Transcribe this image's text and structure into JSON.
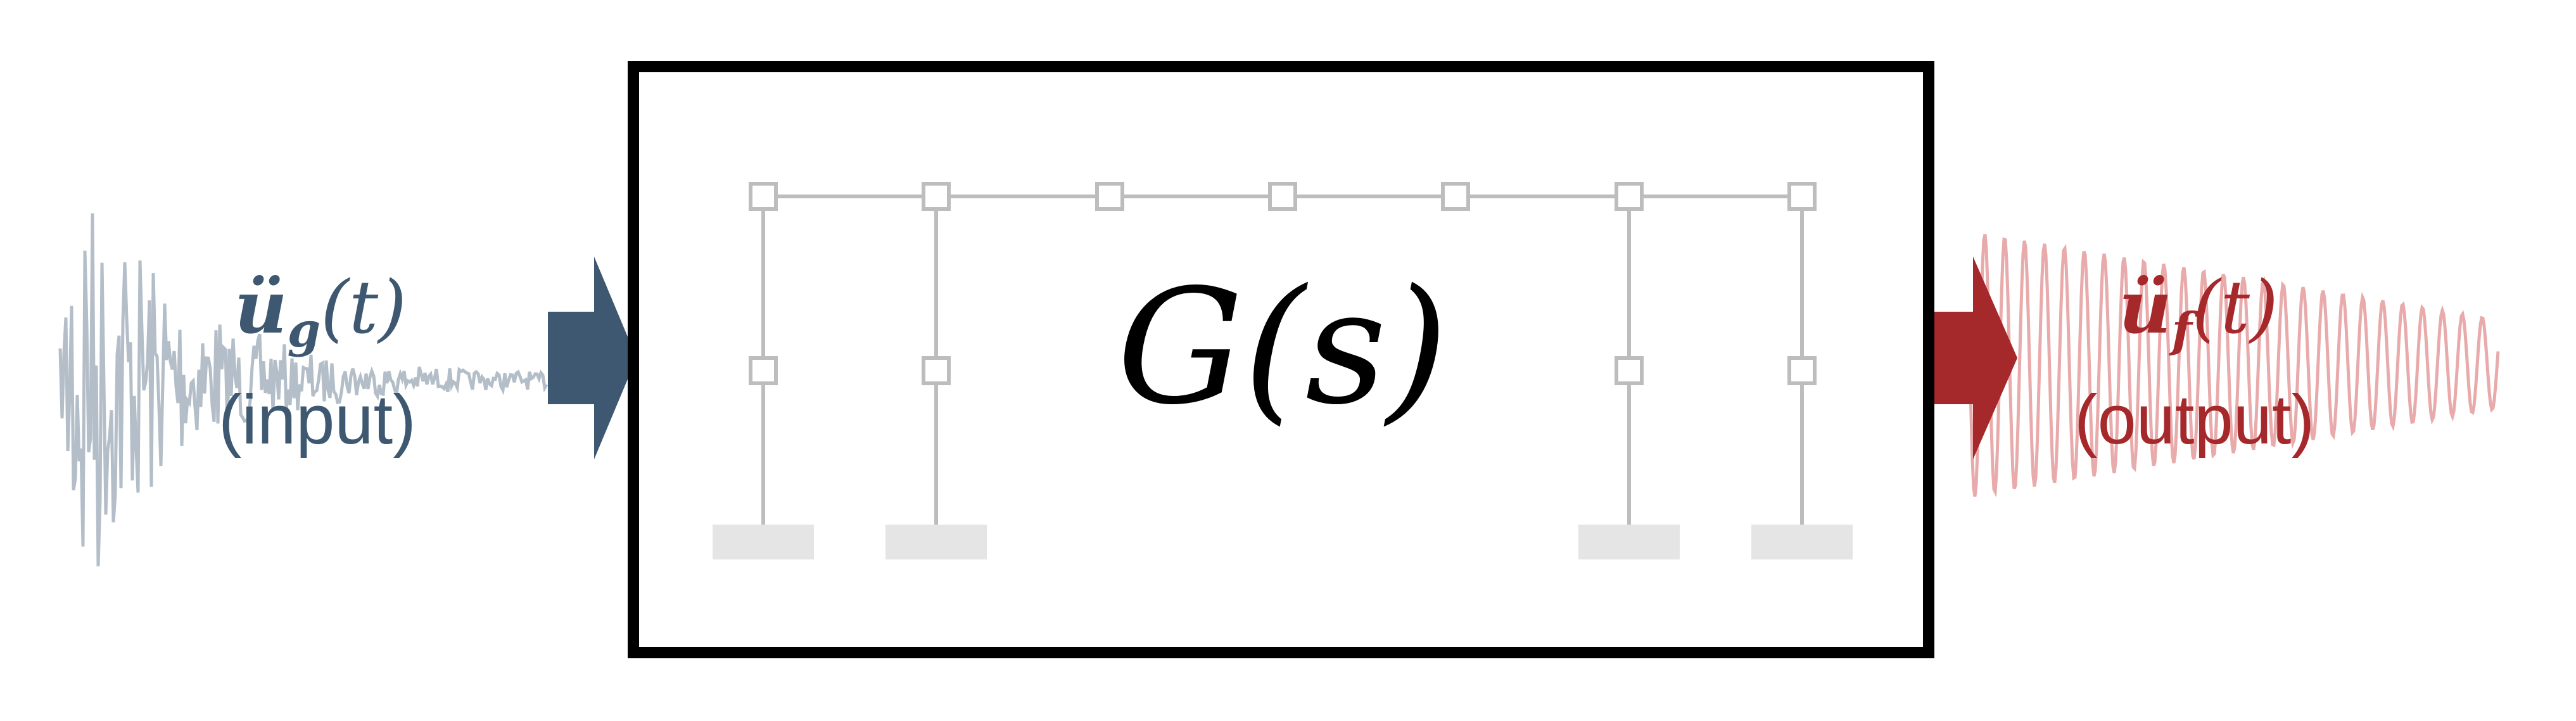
{
  "system": {
    "transfer_function": "G(s)"
  },
  "input": {
    "symbol": "ü",
    "subscript": "g",
    "argument": "(t)",
    "caption": "(input)",
    "color": "#3d5870",
    "signal_color": "#b4bec8"
  },
  "output": {
    "symbol": "ü",
    "subscript": "f",
    "argument": "(t)",
    "caption": "(output)",
    "color": "#a5282b",
    "signal_color": "#e8aaaa"
  },
  "structure": {
    "line_color": "#bdbdbd",
    "support_color": "#e5e5e5",
    "node_count_beam": 7,
    "column_count": 4
  }
}
